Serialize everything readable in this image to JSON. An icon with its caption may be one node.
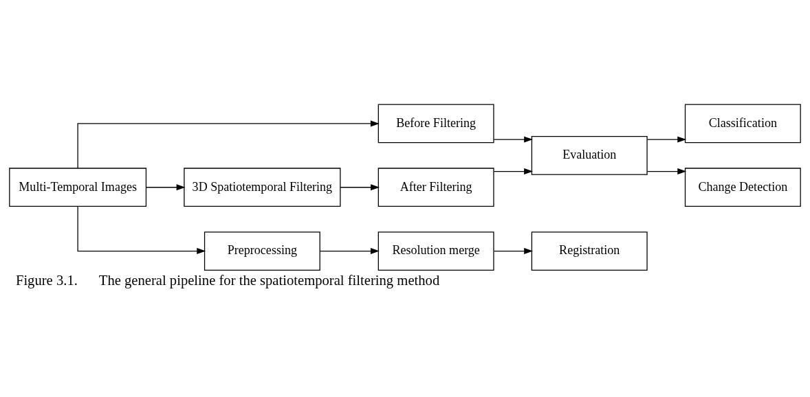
{
  "diagram": {
    "title": "Figure 3.1.",
    "caption": "The general pipeline for the spatiotemporal filtering method",
    "nodes": [
      {
        "text": [
          "Multi-Temporal Images"
        ]
      },
      {
        "text": [
          "Before Filtering"
        ]
      },
      {
        "text": [
          "3D Spatiotemporal Filtering"
        ]
      },
      {
        "text": [
          "After Filtering"
        ]
      },
      {
        "text": [
          "Preprocessing"
        ]
      },
      {
        "text": [
          "Resolution merge"
        ]
      },
      {
        "text": [
          "Registration"
        ]
      },
      {
        "text": [
          "Classification"
        ]
      },
      {
        "text": [
          "Evaluation"
        ]
      },
      {
        "text": [
          "Change Detection"
        ]
      }
    ],
    "edges": [
      {
        "from": 0,
        "to": 1,
        "arrow": "to"
      },
      {
        "from": 0,
        "to": 2,
        "arrow": "to"
      },
      {
        "from": 0,
        "to": 4,
        "arrow": "to"
      },
      {
        "from": 2,
        "to": 3,
        "arrow": "to"
      },
      {
        "from": 1,
        "to": 8,
        "arrow": "to"
      },
      {
        "from": 3,
        "to": 8,
        "arrow": "to"
      },
      {
        "from": 4,
        "to": 5,
        "arrow": "to"
      },
      {
        "from": 5,
        "to": 6,
        "arrow": "to"
      },
      {
        "from": 8,
        "to": 7,
        "arrow": "to"
      },
      {
        "from": 8,
        "to": 9,
        "arrow": "to"
      }
    ]
  }
}
